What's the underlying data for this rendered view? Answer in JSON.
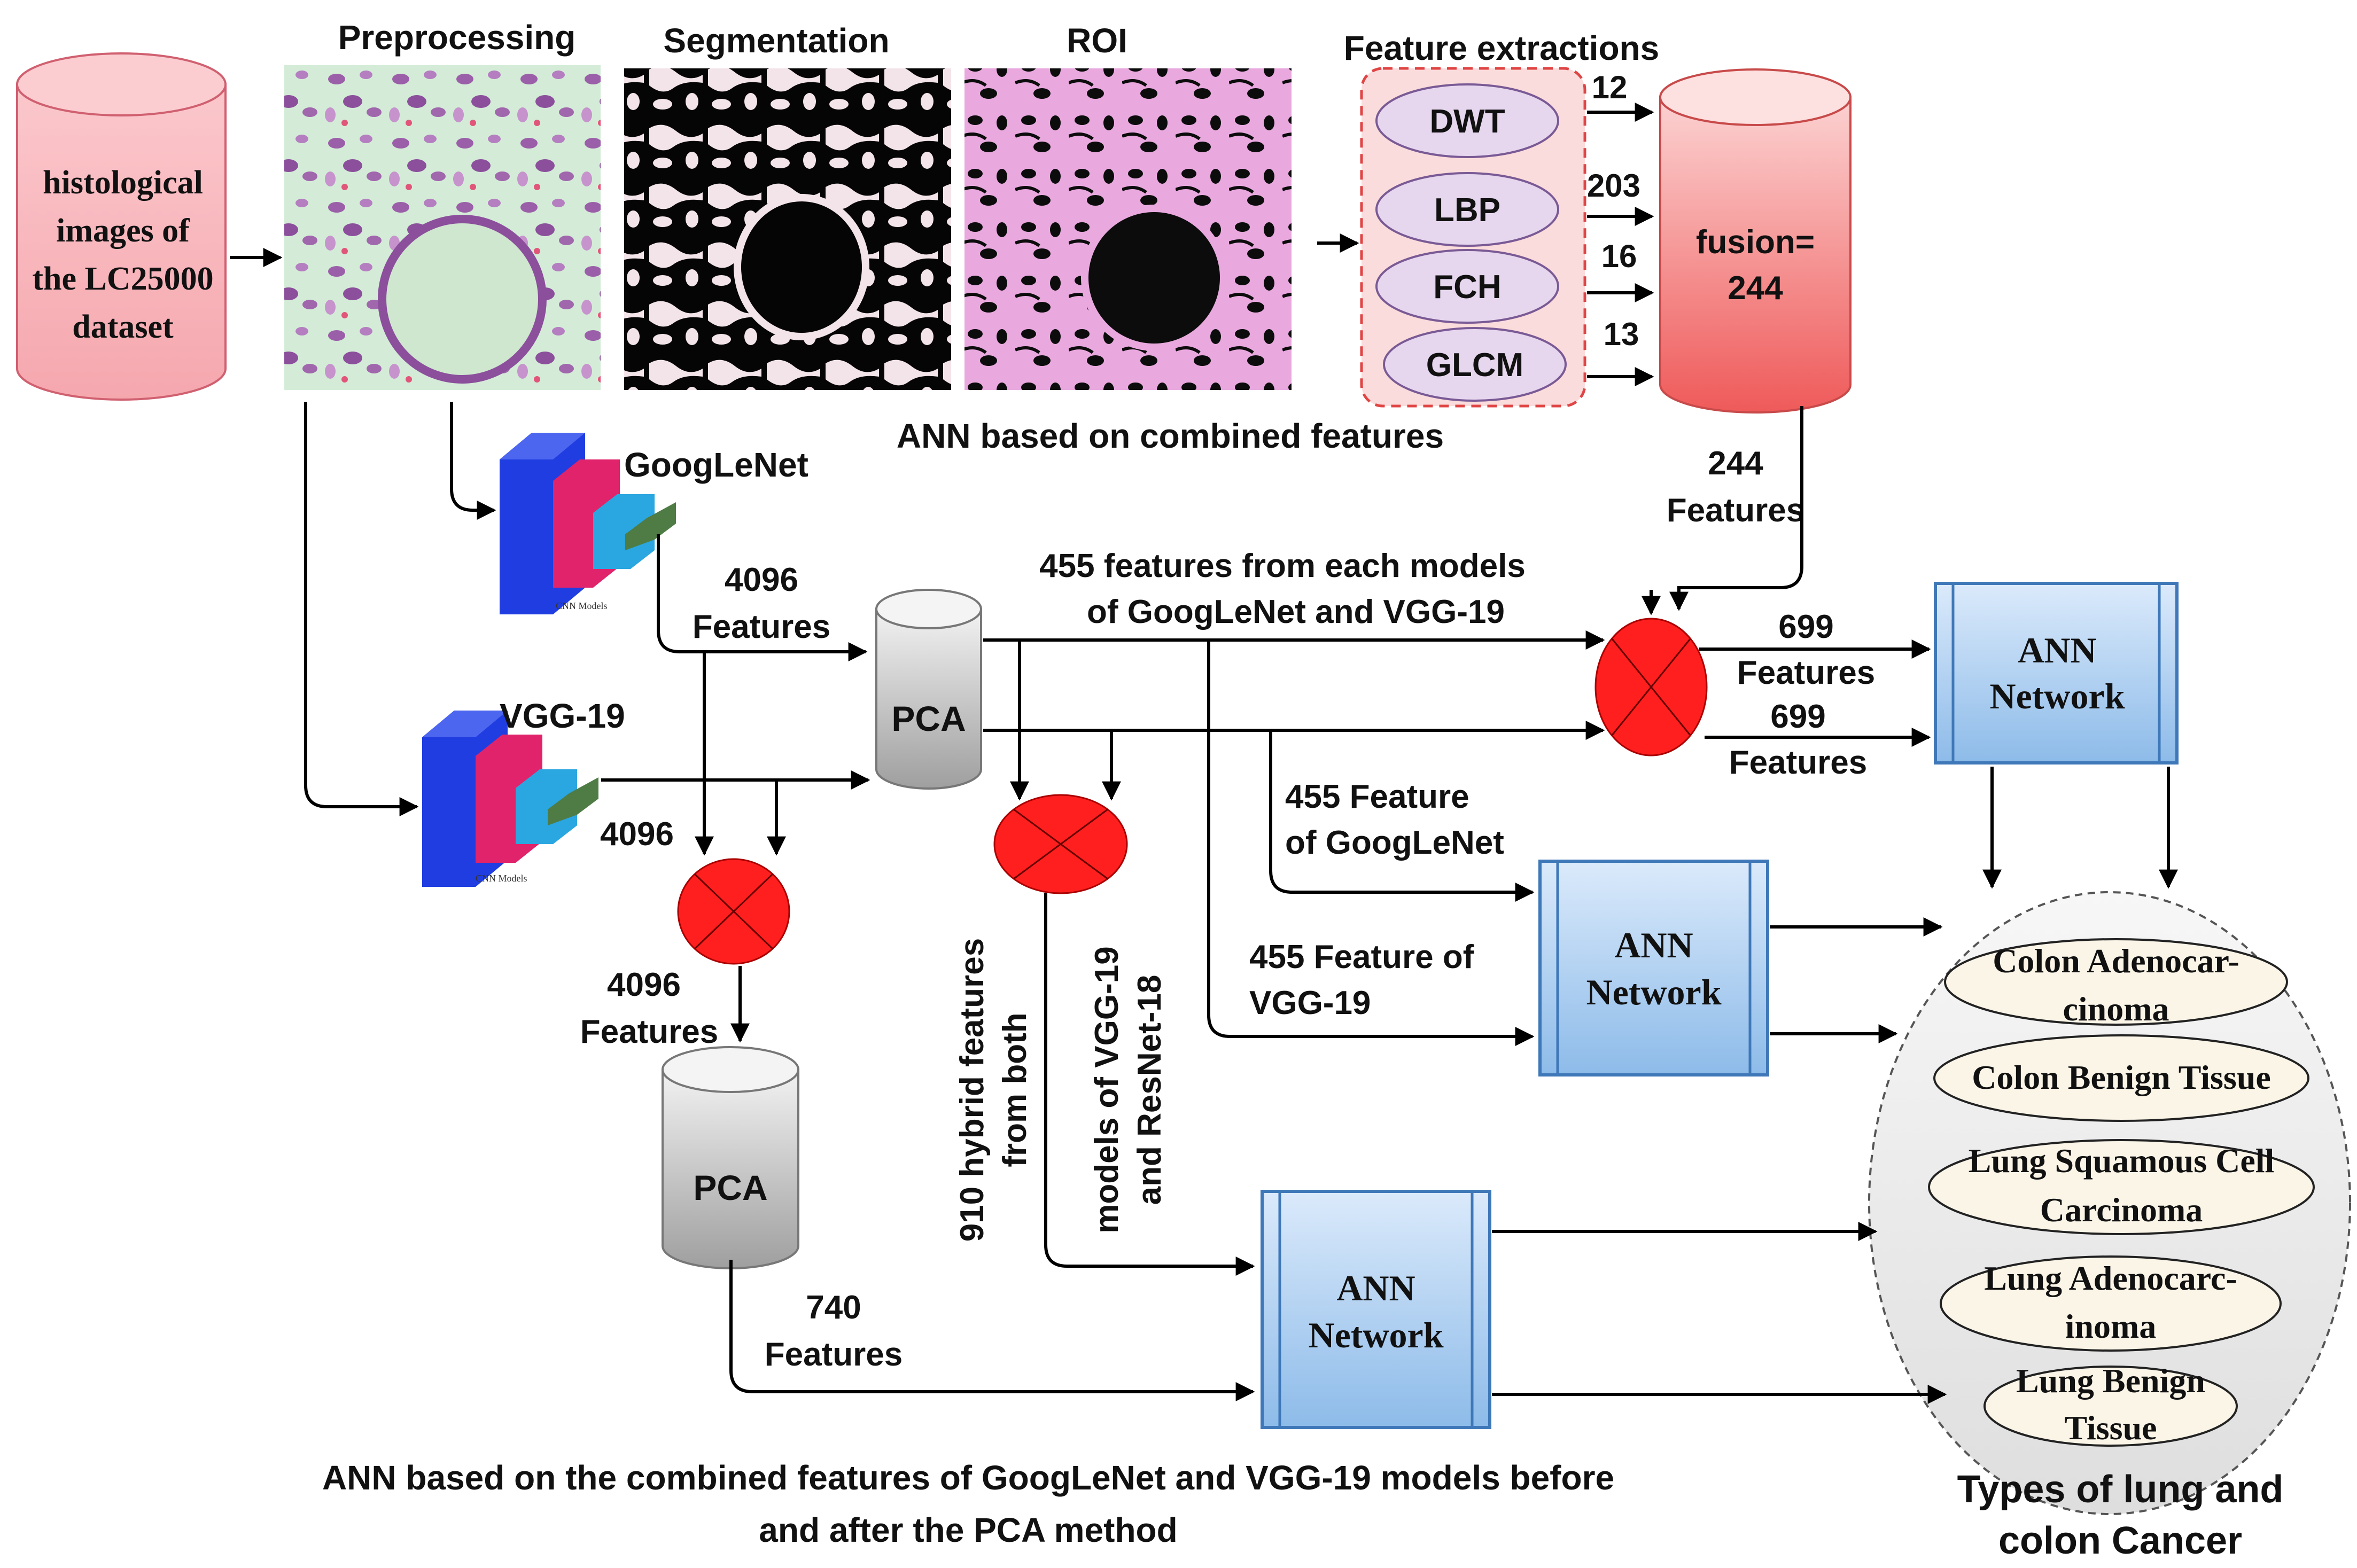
{
  "header_labels": {
    "preprocessing": "Preprocessing",
    "segmentation": "Segmentation",
    "roi": "ROI",
    "feature_extractions": "Feature extractions"
  },
  "dataset": [
    "histological",
    "images of",
    "the LC25000",
    "dataset"
  ],
  "methods": {
    "dwt": "DWT",
    "lbp": "LBP",
    "fch": "FCH",
    "glcm": "GLCM"
  },
  "method_counts": {
    "dwt": "12",
    "lbp": "203",
    "fch": "16",
    "glcm": "13"
  },
  "fusion": [
    "fusion=",
    "244"
  ],
  "ann_combined_label": "ANN based on combined features",
  "fusion_out": [
    "244",
    "Features"
  ],
  "models": {
    "googlenet": "GoogLeNet",
    "vgg19": "VGG-19",
    "cnn_caption": "CNN Models"
  },
  "flows": {
    "googlenet_features": [
      "4096",
      "Features"
    ],
    "vgg_features": "4096",
    "merged_features": [
      "4096",
      "Features"
    ],
    "pca_each": [
      "455 features from each models",
      "of GoogLeNet and VGG-19"
    ],
    "to_ann_top": [
      "699",
      "Features"
    ],
    "to_ann_top_2": [
      "699",
      "Features"
    ],
    "googlenet_455": [
      "455 Feature",
      "of GoogLeNet"
    ],
    "vgg_455": [
      "455 Feature of",
      "VGG-19"
    ],
    "hybrid_1": [
      "910 hybrid features",
      "from both"
    ],
    "hybrid_2": [
      "models of VGG-19",
      "and ResNet-18"
    ],
    "pca_740": [
      "740",
      "Features"
    ]
  },
  "pca_label": "PCA",
  "ann": [
    "ANN",
    "Network"
  ],
  "classes": [
    [
      "Colon Adenocar-",
      "cinoma"
    ],
    [
      "Colon Benign Tissue"
    ],
    [
      "Lung Squamous Cell",
      "Carcinoma"
    ],
    [
      "Lung Adenocarc-",
      "inoma"
    ],
    [
      "Lung Benign",
      "Tissue"
    ]
  ],
  "classes_title": [
    "Types of lung and",
    "colon Cancer"
  ],
  "bottom_caption": [
    "ANN based on the combined features of GoogLeNet and VGG-19 models before",
    "and after the PCA method"
  ],
  "colors": {
    "cylinder_pink": "#f7b5bb",
    "fusion_red": "#f26b6b",
    "method_fill": "#e6d7ef",
    "method_panel": "#fbdcdc",
    "xor_red": "#ff1f1f",
    "ann_blue": "#a9ccee",
    "pca_gray": "#c9c9c9",
    "class_fill": "#fbf5e8",
    "class_panel": "#ececec"
  }
}
